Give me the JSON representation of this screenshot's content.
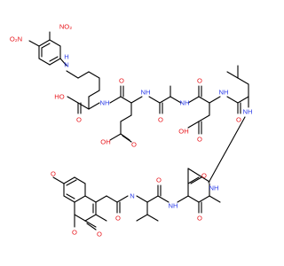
{
  "colors": {
    "carbon_bond": "#000000",
    "oxygen": "#e8151b",
    "nitrogen": "#2b3ce8",
    "background": "#ffffff"
  },
  "labels": {
    "o2n_left": "O₂N",
    "no2_ortho": "NO₂",
    "nh_aniline": "H\nN",
    "n_aniline": "N",
    "h_aniline": "H",
    "ho_acid": "HO",
    "o_acid": "O",
    "nh_lys": "NH",
    "o_glu_co": "O",
    "nh_glu": "NH",
    "oh_glu": "OH",
    "o_glu_side": "O",
    "o_ala_co": "O",
    "nh_ala": "NH",
    "o_asp_co": "O",
    "nh_asp": "NH",
    "o_leu_co": "O",
    "oh_asp": "OH",
    "o_asp_side": "O",
    "nh_leu": "NH",
    "o_methoxy": "O",
    "o_coum_co": "O",
    "nh_val": "N",
    "h_val": "H",
    "o_val_co": "O",
    "nh_asn": "NH",
    "o_asn_side": "O",
    "nh2_asn": "NH",
    "o_asn_co": "O",
    "o_ring": "O",
    "o_lactone": "O"
  }
}
